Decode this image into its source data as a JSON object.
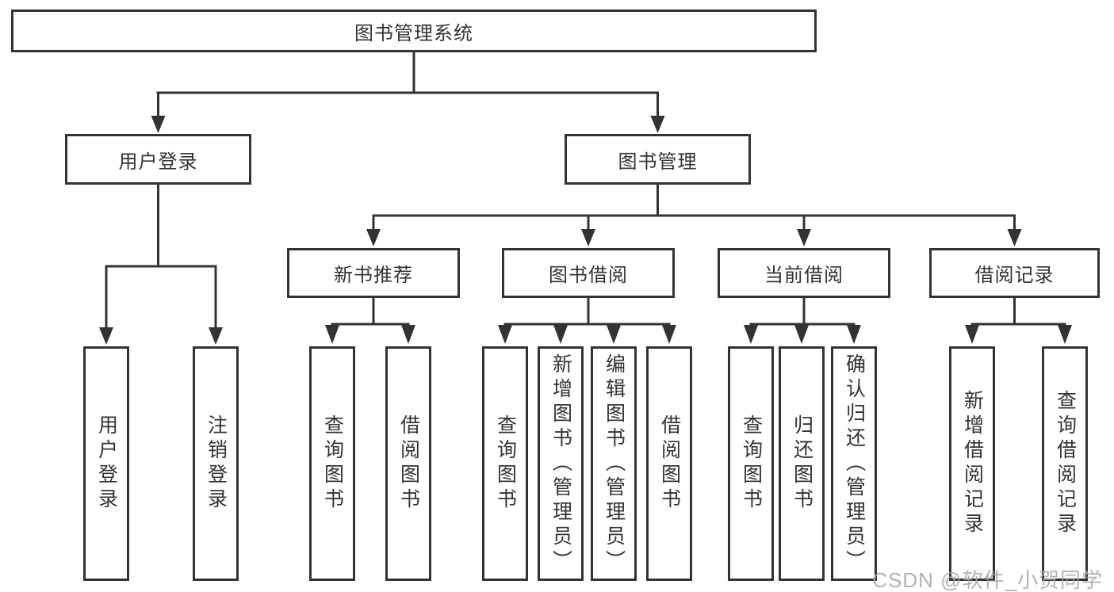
{
  "tree": {
    "root": "图书管理系统",
    "login": {
      "label": "用户登录",
      "children": [
        "用户登录",
        "注销登录"
      ]
    },
    "mgmt": {
      "label": "图书管理",
      "groups": [
        {
          "label": "新书推荐",
          "children": [
            "查询图书",
            "借阅图书"
          ]
        },
        {
          "label": "图书借阅",
          "children": [
            "查询图书",
            "新增图书（管理员）",
            "编辑图书（管理员）",
            "借阅图书"
          ]
        },
        {
          "label": "当前借阅",
          "children": [
            "查询图书",
            "归还图书",
            "确认归还（管理员）"
          ]
        },
        {
          "label": "借阅记录",
          "children": [
            "新增借阅记录",
            "查询借阅记录"
          ]
        }
      ]
    }
  },
  "colors": {
    "line": "#333333",
    "text": "#333333",
    "background": "#ffffff",
    "watermark": "#a4a4a4"
  },
  "watermark": "CSDN @软件_小贺同学"
}
